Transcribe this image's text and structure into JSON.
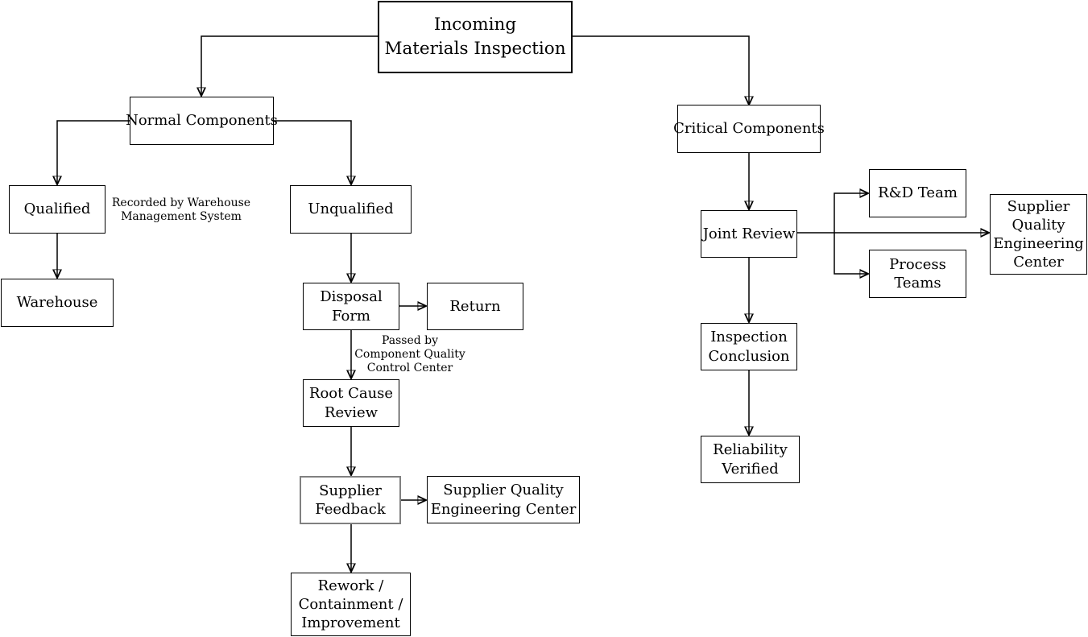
{
  "diagram": {
    "type": "flowchart",
    "nodes": {
      "incoming": {
        "label": "Incoming\nMaterials Inspection"
      },
      "normal": {
        "label": "Normal Components"
      },
      "critical": {
        "label": "Critical Components"
      },
      "qualified": {
        "label": "Qualified"
      },
      "unqualified": {
        "label": "Unqualified"
      },
      "warehouse": {
        "label": "Warehouse"
      },
      "disposal": {
        "label": "Disposal\nForm"
      },
      "return": {
        "label": "Return"
      },
      "root_cause": {
        "label": "Root Cause\nReview"
      },
      "supplier_feedback": {
        "label": "Supplier\nFeedback"
      },
      "sqec_left": {
        "label": "Supplier Quality\nEngineering Center"
      },
      "rework": {
        "label": "Rework /\nContainment /\nImprovement"
      },
      "joint_review": {
        "label": "Joint Review"
      },
      "rd_team": {
        "label": "R&D Team"
      },
      "process_teams": {
        "label": "Process\nTeams"
      },
      "sqec_right": {
        "label": "Supplier\nQuality\nEngineering\nCenter"
      },
      "inspection_conclusion": {
        "label": "Inspection\nConclusion"
      },
      "reliability_verified": {
        "label": "Reliability\nVerified"
      }
    },
    "annotations": {
      "recorded_by": "Recorded by Warehouse\nManagement System",
      "passed_by": "Passed by\nComponent Quality\nControl Center"
    },
    "colors": {
      "background": "#ffffff",
      "line": "#000000",
      "box_border": "#000000",
      "box_fill": "#ffffff",
      "text": "#000000",
      "highlight_border": "#808080"
    }
  }
}
